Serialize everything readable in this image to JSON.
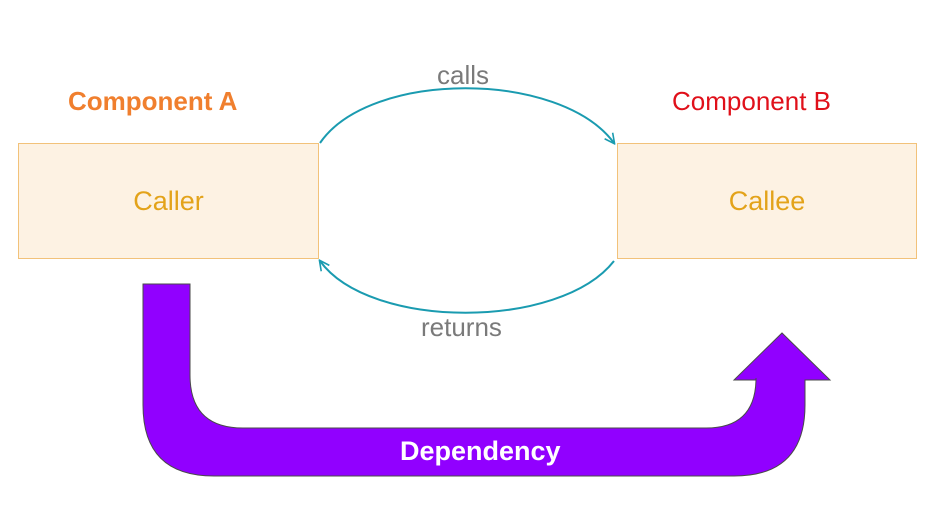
{
  "components": {
    "a": {
      "title": "Component A",
      "title_color": "#f07f2e",
      "box_text": "Caller"
    },
    "b": {
      "title": "Component B",
      "title_color": "#e0101a",
      "box_text": "Callee"
    }
  },
  "edges": {
    "calls": "calls",
    "returns": "returns",
    "color": "#1a9bb0"
  },
  "dependency": {
    "label": "Dependency",
    "color": "#9100ff"
  },
  "colors": {
    "box_fill": "#fdf2e3",
    "box_border": "#f2c27a",
    "box_text": "#e3a31a",
    "edge_label": "#7a7a7a"
  }
}
